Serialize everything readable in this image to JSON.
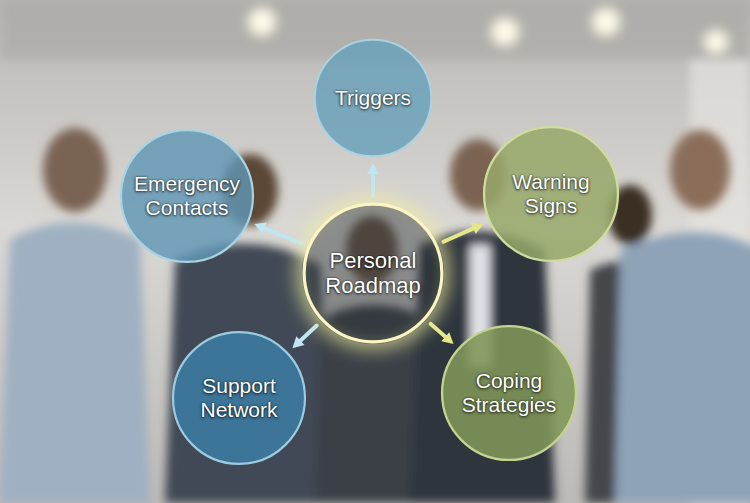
{
  "diagram": {
    "nodes": [
      {
        "text": [
          "Personal Roadmap"
        ]
      },
      {
        "text": [
          "Triggers"
        ]
      },
      {
        "text": [
          "Warning Signs"
        ]
      },
      {
        "text": [
          "Coping Strategies"
        ]
      },
      {
        "text": [
          "Support Network"
        ]
      },
      {
        "text": [
          "Emergency Contacts"
        ]
      }
    ],
    "edges": [
      {
        "from": 0,
        "to": 1,
        "arrow": "to"
      },
      {
        "from": 0,
        "to": 2,
        "arrow": "to"
      },
      {
        "from": 0,
        "to": 3,
        "arrow": "to"
      },
      {
        "from": 0,
        "to": 4,
        "arrow": "to"
      },
      {
        "from": 0,
        "to": 5,
        "arrow": "to"
      }
    ]
  }
}
